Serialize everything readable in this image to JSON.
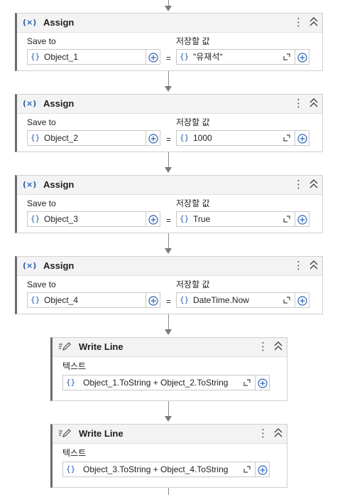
{
  "assign_blocks": [
    {
      "title": "Assign",
      "icon": "(×)",
      "save_to_label": "Save to",
      "value_label": "저장할 값",
      "target": "Object_1",
      "value": "\"유재석\"",
      "brace": "{}",
      "equals": "="
    },
    {
      "title": "Assign",
      "icon": "(×)",
      "save_to_label": "Save to",
      "value_label": "저장할 값",
      "target": "Object_2",
      "value": "1000",
      "brace": "{}",
      "equals": "="
    },
    {
      "title": "Assign",
      "icon": "(×)",
      "save_to_label": "Save to",
      "value_label": "저장할 값",
      "target": "Object_3",
      "value": "True",
      "brace": "{}",
      "equals": "="
    },
    {
      "title": "Assign",
      "icon": "(×)",
      "save_to_label": "Save to",
      "value_label": "저장할 값",
      "target": "Object_4",
      "value": "DateTime.Now",
      "brace": "{}",
      "equals": "="
    }
  ],
  "writeline_blocks": [
    {
      "title": "Write Line",
      "text_label": "텍스트",
      "value": "Object_1.ToString + Object_2.ToString",
      "brace": "{}"
    },
    {
      "title": "Write Line",
      "text_label": "텍스트",
      "value": "Object_3.ToString + Object_4.ToString",
      "brace": "{}"
    }
  ],
  "menu_glyph": "⋮",
  "icons": {
    "assign": "variable-x-icon",
    "writeline": "pencil-icon",
    "menu": "kebab-menu-icon",
    "collapse": "collapse-up-icon",
    "add": "plus-circle-icon",
    "expand": "expand-corner-icon",
    "expression": "braces-icon"
  }
}
